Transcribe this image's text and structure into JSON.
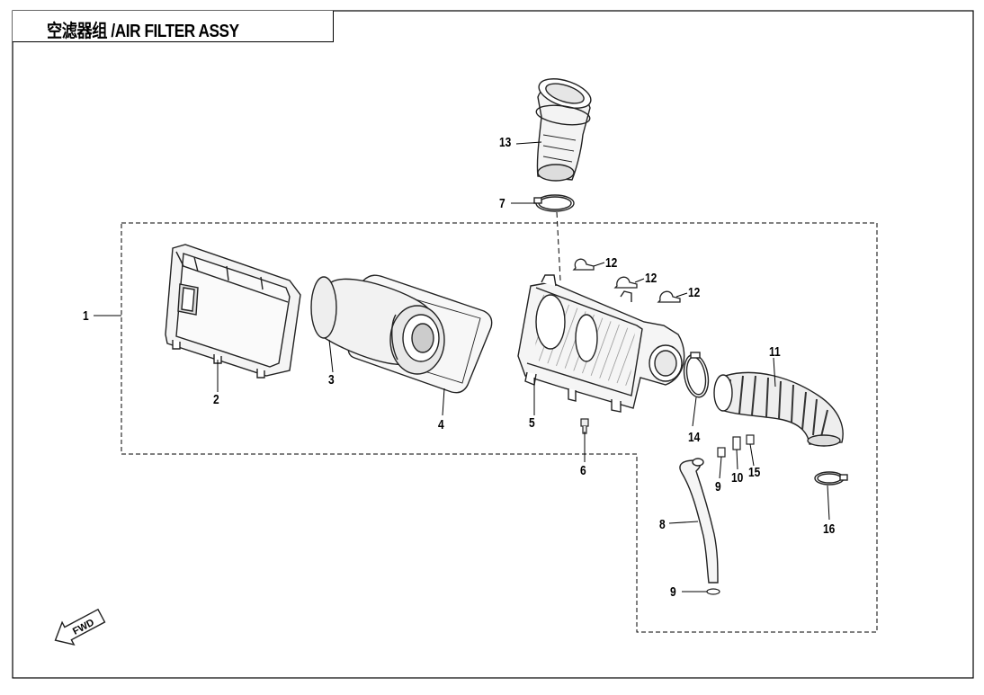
{
  "title": "空滤器组 /AIR FILTER ASSY",
  "fwd_label": "FWD",
  "callouts": {
    "c1": "1",
    "c2": "2",
    "c3": "3",
    "c4": "4",
    "c5": "5",
    "c6": "6",
    "c7": "7",
    "c8": "8",
    "c9a": "9",
    "c9b": "9",
    "c10": "10",
    "c11": "11",
    "c12a": "12",
    "c12b": "12",
    "c12c": "12",
    "c13": "13",
    "c14": "14",
    "c15": "15",
    "c16": "16"
  }
}
